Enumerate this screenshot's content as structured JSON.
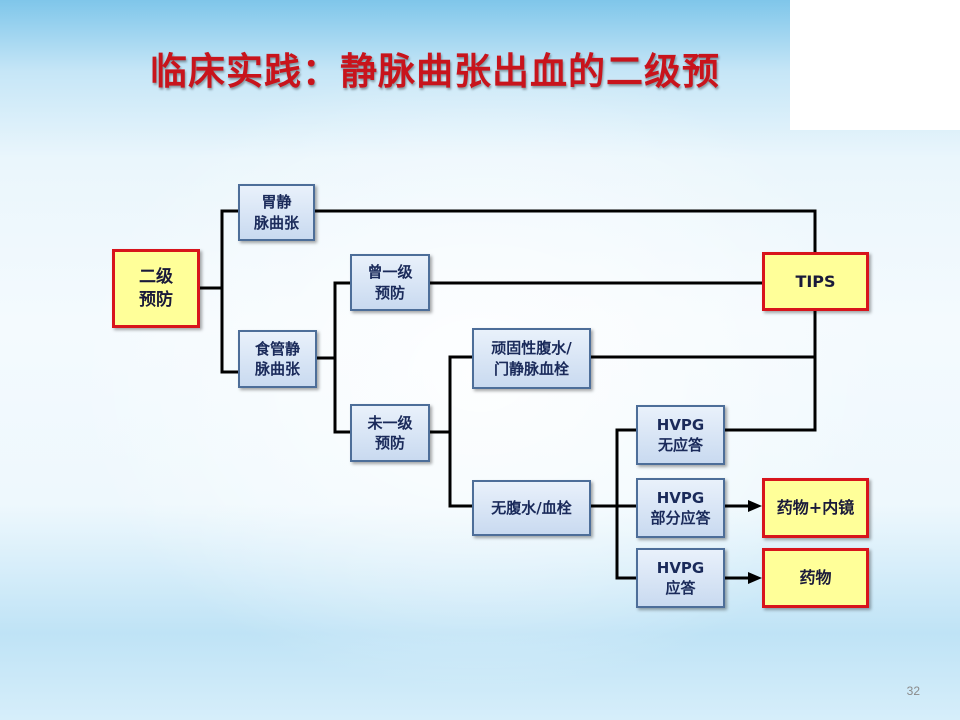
{
  "slide": {
    "title": "临床实践：静脉曲张出血的二级预",
    "page_number": "32"
  },
  "colors": {
    "title": "#c8141c",
    "node_border": "#4d6e99",
    "outcome_fill": "#ffff99",
    "outcome_border": "#d8141c",
    "connector": "#000000"
  },
  "nodes": {
    "root": "二级\n预防",
    "gastric_varices": "胃静\n脉曲张",
    "esophageal_varices": "食管静\n脉曲张",
    "had_primary": "曾一级\n预防",
    "no_primary": "未一级\n预防",
    "refractory_ascites": "顽固性腹水/\n门静脉血栓",
    "no_ascites": "无腹水/血栓",
    "hvpg_no_response": "HVPG\n无应答",
    "hvpg_partial_response": "HVPG\n部分应答",
    "hvpg_response": "HVPG\n应答",
    "tips": "TIPS",
    "drug_endoscopy": "药物+内镜",
    "drug": "药物"
  }
}
